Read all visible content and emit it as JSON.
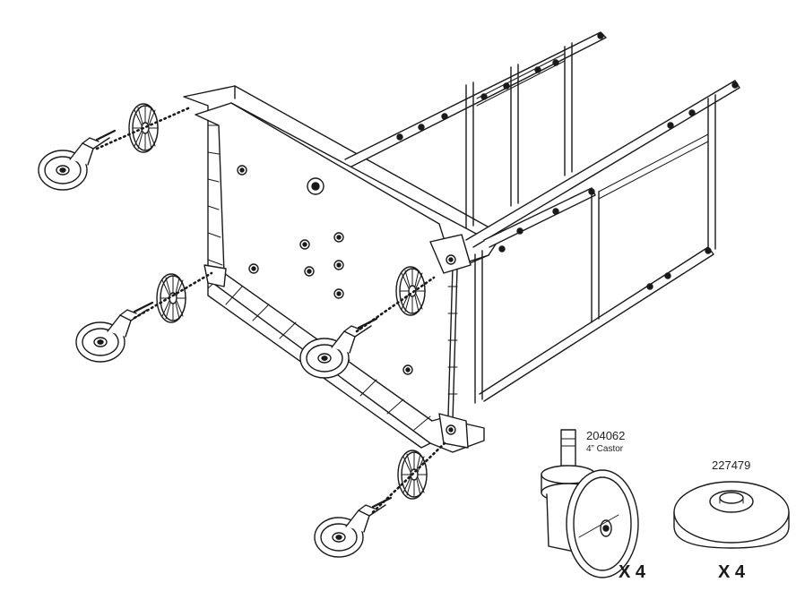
{
  "parts": [
    {
      "part_number": "204062",
      "description": "4” Castor",
      "quantity": "X 4"
    },
    {
      "part_number": "227479",
      "description": "",
      "quantity": "X 4"
    }
  ],
  "colors": {
    "line": "#1a1a1a",
    "fill": "#ffffff",
    "shade": "#d9d9d9"
  },
  "icons": [
    "castor-icon",
    "wheel-cover-icon",
    "cart-frame-icon"
  ]
}
